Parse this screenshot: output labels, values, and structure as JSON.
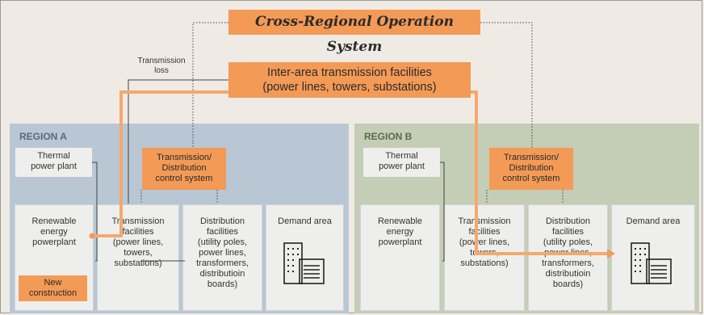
{
  "title": "Cross-Regional Operation System",
  "inter_area": {
    "line1": "Inter-area transmission facilities",
    "line2": "(power lines, towers, substations)"
  },
  "transmission_loss": {
    "line1": "Transmission",
    "line2": "loss"
  },
  "region_a": {
    "label": "REGION A",
    "thermal": {
      "line1": "Thermal",
      "line2": "power plant"
    },
    "control": {
      "line1": "Transmission/",
      "line2": "Distribution",
      "line3": "control system"
    },
    "renewable": {
      "line1": "Renewable",
      "line2": "energy",
      "line3": "powerplant"
    },
    "new_construction": {
      "line1": "New",
      "line2": "construction"
    },
    "transmission": {
      "line1": "Transmission",
      "line2": "facilities",
      "line3": "(power lines,",
      "line4": "towers,",
      "line5": "substations)"
    },
    "distribution": {
      "line1": "Distribution",
      "line2": "facilities",
      "line3": "(utility poles,",
      "line4": "power lines,",
      "line5": "transformers,",
      "line6": "distributioin",
      "line7": "boards)"
    },
    "demand": "Demand area"
  },
  "region_b": {
    "label": "REGION B",
    "thermal": {
      "line1": "Thermal",
      "line2": "power plant"
    },
    "control": {
      "line1": "Transmission/",
      "line2": "Distribution",
      "line3": "control system"
    },
    "renewable": {
      "line1": "Renewable",
      "line2": "energy",
      "line3": "powerplant"
    },
    "transmission": {
      "line1": "Transmission",
      "line2": "facilities",
      "line3": "(power lines,",
      "line4": "towers,",
      "line5": "substations)"
    },
    "distribution": {
      "line1": "Distribution",
      "line2": "facilities",
      "line3": "(utility poles,",
      "line4": "power lines,",
      "line5": "transformers,",
      "line6": "distributioin",
      "line7": "boards)"
    },
    "demand": "Demand area"
  },
  "icons": {
    "building": "building-icon"
  },
  "colors": {
    "orange": "#f39a56",
    "orange_line": "#f5a86e",
    "region_a": "#b9c7d4",
    "region_b": "#c4cdb6",
    "background": "#efebe4"
  }
}
